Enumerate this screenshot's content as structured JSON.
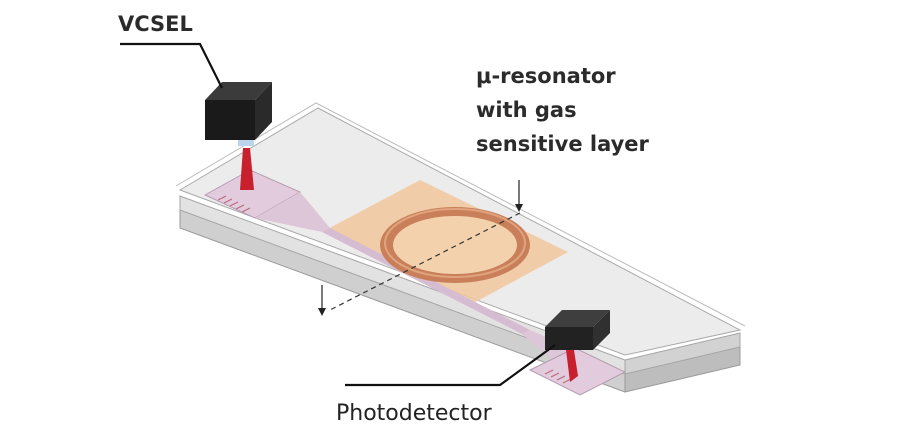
{
  "labels": {
    "vcsel": "VCSEL",
    "resonator_line1": "μ-resonator",
    "resonator_line2": "with gas",
    "resonator_line3": "sensitive layer",
    "photodetector": "Photodetector"
  },
  "colors": {
    "chip_top": "#e9e9e9",
    "chip_side": "#d4d4d4",
    "gas_layer": "#f1c89c",
    "ring": "#c9805a",
    "waveguide": "#dcc6d8",
    "laser_beam": "#c8202c",
    "device_box": "#1e1e1e"
  }
}
